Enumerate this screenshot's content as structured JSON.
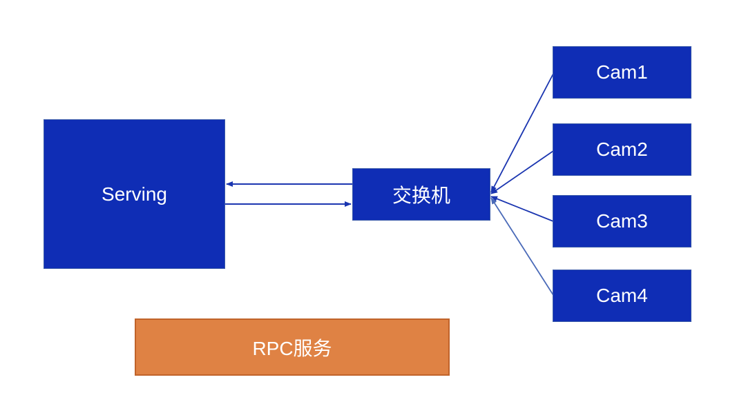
{
  "diagram": {
    "nodes": {
      "serving": {
        "label": "Serving",
        "color": "#0f2db5"
      },
      "switch": {
        "label": "交换机",
        "color": "#0f2db5"
      },
      "cam1": {
        "label": "Cam1",
        "color": "#0f2db5"
      },
      "cam2": {
        "label": "Cam2",
        "color": "#0f2db5"
      },
      "cam3": {
        "label": "Cam3",
        "color": "#0f2db5"
      },
      "cam4": {
        "label": "Cam4",
        "color": "#0f2db5"
      },
      "rpc": {
        "label": "RPC服务",
        "color": "#df8244"
      }
    },
    "edges": [
      {
        "from": "switch",
        "to": "serving"
      },
      {
        "from": "serving",
        "to": "switch"
      },
      {
        "from": "cam1",
        "to": "switch"
      },
      {
        "from": "cam2",
        "to": "switch"
      },
      {
        "from": "cam3",
        "to": "switch"
      },
      {
        "from": "cam4",
        "to": "switch"
      }
    ]
  }
}
